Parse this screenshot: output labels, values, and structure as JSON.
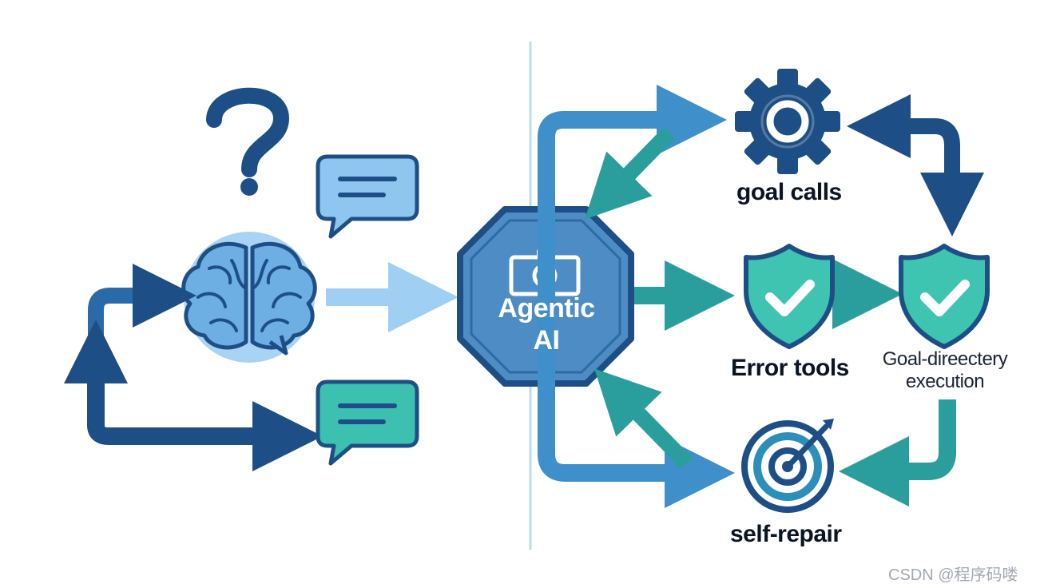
{
  "center": {
    "line1": "Agentic",
    "line2": "AI"
  },
  "labels": {
    "goal_calls": "goal calls",
    "error_tools": "Error tools",
    "goal_execution_line1": "Goal-direectery",
    "goal_execution_line2": "execution",
    "self_repair": "self-repair"
  },
  "watermark": "CSDN @程序码喽",
  "icons": {
    "question": "question-mark-icon",
    "chat_top": "chat-bubble-icon",
    "brain": "brain-icon",
    "chat_bottom": "chat-bubble-icon",
    "center": "camera-icon",
    "gear": "gear-icon",
    "shield_left": "shield-check-icon",
    "shield_right": "shield-check-icon",
    "target": "target-icon"
  },
  "colors": {
    "navy": "#1d4f86",
    "blue": "#3f8fcb",
    "light_blue": "#9fd0f3",
    "teal": "#2a9e9d",
    "mint": "#49c4b4",
    "divider": "#bcdcf0"
  }
}
